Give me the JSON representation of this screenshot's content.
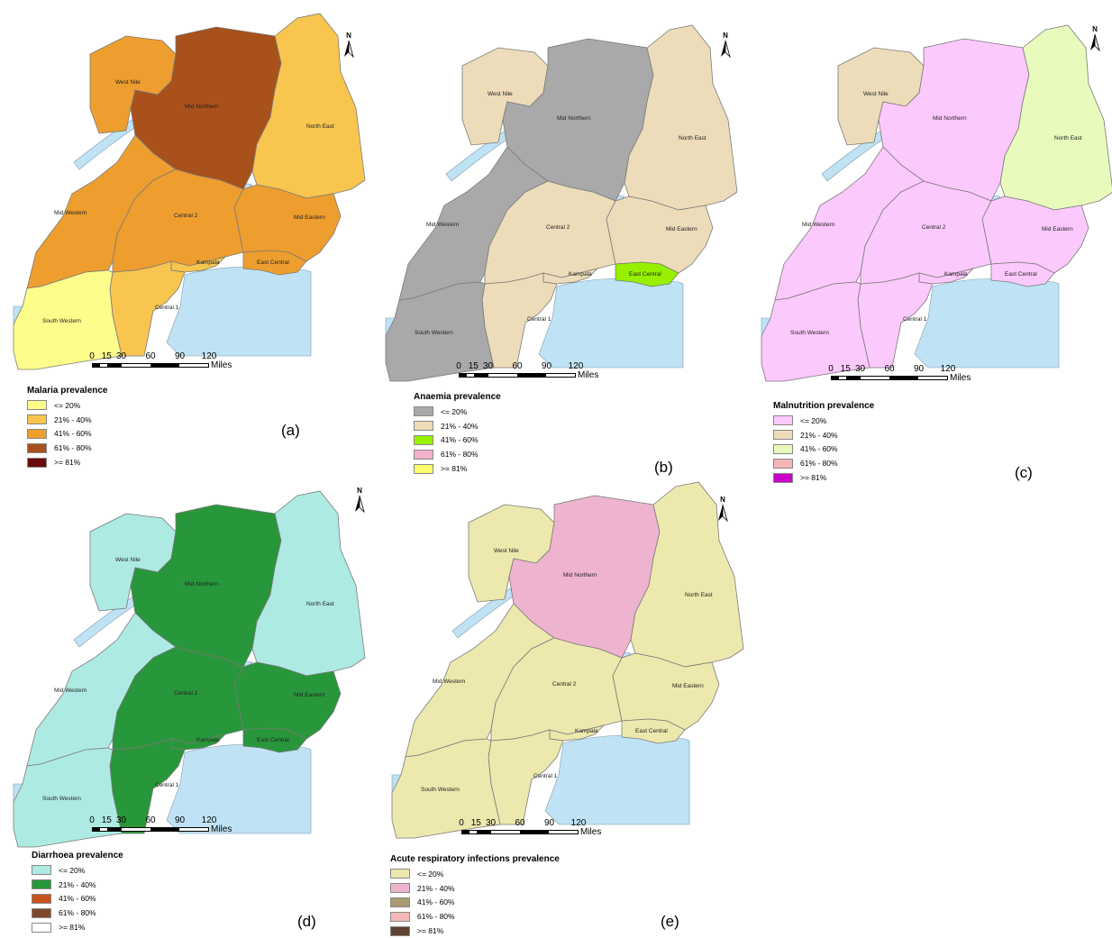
{
  "north_label": "N",
  "scale": {
    "ticks": [
      "0",
      "15",
      "30",
      "60",
      "90",
      "120"
    ],
    "unit": "Miles"
  },
  "region_names": {
    "west_nile": "West Nile",
    "mid_northern": "Mid Northern",
    "north_east": "North East",
    "mid_western": "Mid Western",
    "central2": "Central 2",
    "mid_eastern": "Mid Eastern",
    "kampala": "Kampala",
    "east_central": "East Central",
    "central1": "Central 1",
    "south_western": "South Western"
  },
  "water_color": "#bfe3f5",
  "maps": [
    {
      "panel_label": "(a)",
      "legend_title": "Malaria prevalence",
      "legend": [
        {
          "label": "<= 20%",
          "color": "#fdfd8c"
        },
        {
          "label": "21% - 40%",
          "color": "#f8c54f"
        },
        {
          "label": "41% - 60%",
          "color": "#ee9e2e"
        },
        {
          "label": "61% - 80%",
          "color": "#a8511b"
        },
        {
          "label": ">= 81%",
          "color": "#6b0a0a"
        }
      ],
      "region_class": {
        "west_nile": 2,
        "mid_northern": 3,
        "north_east": 1,
        "mid_western": 2,
        "central2": 2,
        "mid_eastern": 2,
        "kampala": 1,
        "east_central": 2,
        "central1": 1,
        "south_western": 0
      }
    },
    {
      "panel_label": "(b)",
      "legend_title": "Anaemia prevalence",
      "legend": [
        {
          "label": "<= 20%",
          "color": "#a9a9a9"
        },
        {
          "label": "21% - 40%",
          "color": "#eddcb9"
        },
        {
          "label": "41% - 60%",
          "color": "#96f000"
        },
        {
          "label": "61% - 80%",
          "color": "#f2b2cb"
        },
        {
          "label": ">= 81%",
          "color": "#ffff6e"
        }
      ],
      "region_class": {
        "west_nile": 1,
        "mid_northern": 0,
        "north_east": 1,
        "mid_western": 0,
        "central2": 1,
        "mid_eastern": 1,
        "kampala": 1,
        "east_central": 2,
        "central1": 1,
        "south_western": 0
      }
    },
    {
      "panel_label": "(c)",
      "legend_title": "Malnutrition prevalence",
      "legend": [
        {
          "label": "<= 20%",
          "color": "#fcc9fc"
        },
        {
          "label": "21% - 40%",
          "color": "#eddcb9"
        },
        {
          "label": "41% - 60%",
          "color": "#e8fbbd"
        },
        {
          "label": "61% - 80%",
          "color": "#f6b4b4"
        },
        {
          "label": ">= 81%",
          "color": "#c800c8"
        }
      ],
      "region_class": {
        "west_nile": 1,
        "mid_northern": 0,
        "north_east": 2,
        "mid_western": 0,
        "central2": 0,
        "mid_eastern": 0,
        "kampala": 0,
        "east_central": 0,
        "central1": 0,
        "south_western": 0
      }
    },
    {
      "panel_label": "(d)",
      "legend_title": "Diarrhoea prevalence",
      "legend": [
        {
          "label": "<= 20%",
          "color": "#aeeae4"
        },
        {
          "label": "21% - 40%",
          "color": "#28963a"
        },
        {
          "label": "41% - 60%",
          "color": "#c8521a"
        },
        {
          "label": "61% - 80%",
          "color": "#80472d"
        },
        {
          "label": ">= 81%",
          "color": "#ffffff"
        }
      ],
      "region_class": {
        "west_nile": 0,
        "mid_northern": 1,
        "north_east": 0,
        "mid_western": 0,
        "central2": 1,
        "mid_eastern": 1,
        "kampala": 1,
        "east_central": 1,
        "central1": 1,
        "south_western": 0
      }
    },
    {
      "panel_label": "(e)",
      "legend_title": "Acute respiratory infections prevalence",
      "legend": [
        {
          "label": "<= 20%",
          "color": "#ede8ad"
        },
        {
          "label": "21% - 40%",
          "color": "#eeb4cf"
        },
        {
          "label": "41% - 60%",
          "color": "#a99a72"
        },
        {
          "label": "61% - 80%",
          "color": "#f6b9b9"
        },
        {
          "label": ">= 81%",
          "color": "#5e4232"
        }
      ],
      "region_class": {
        "west_nile": 0,
        "mid_northern": 1,
        "north_east": 0,
        "mid_western": 0,
        "central2": 0,
        "mid_eastern": 0,
        "kampala": 0,
        "east_central": 0,
        "central1": 0,
        "south_western": 0
      }
    }
  ]
}
